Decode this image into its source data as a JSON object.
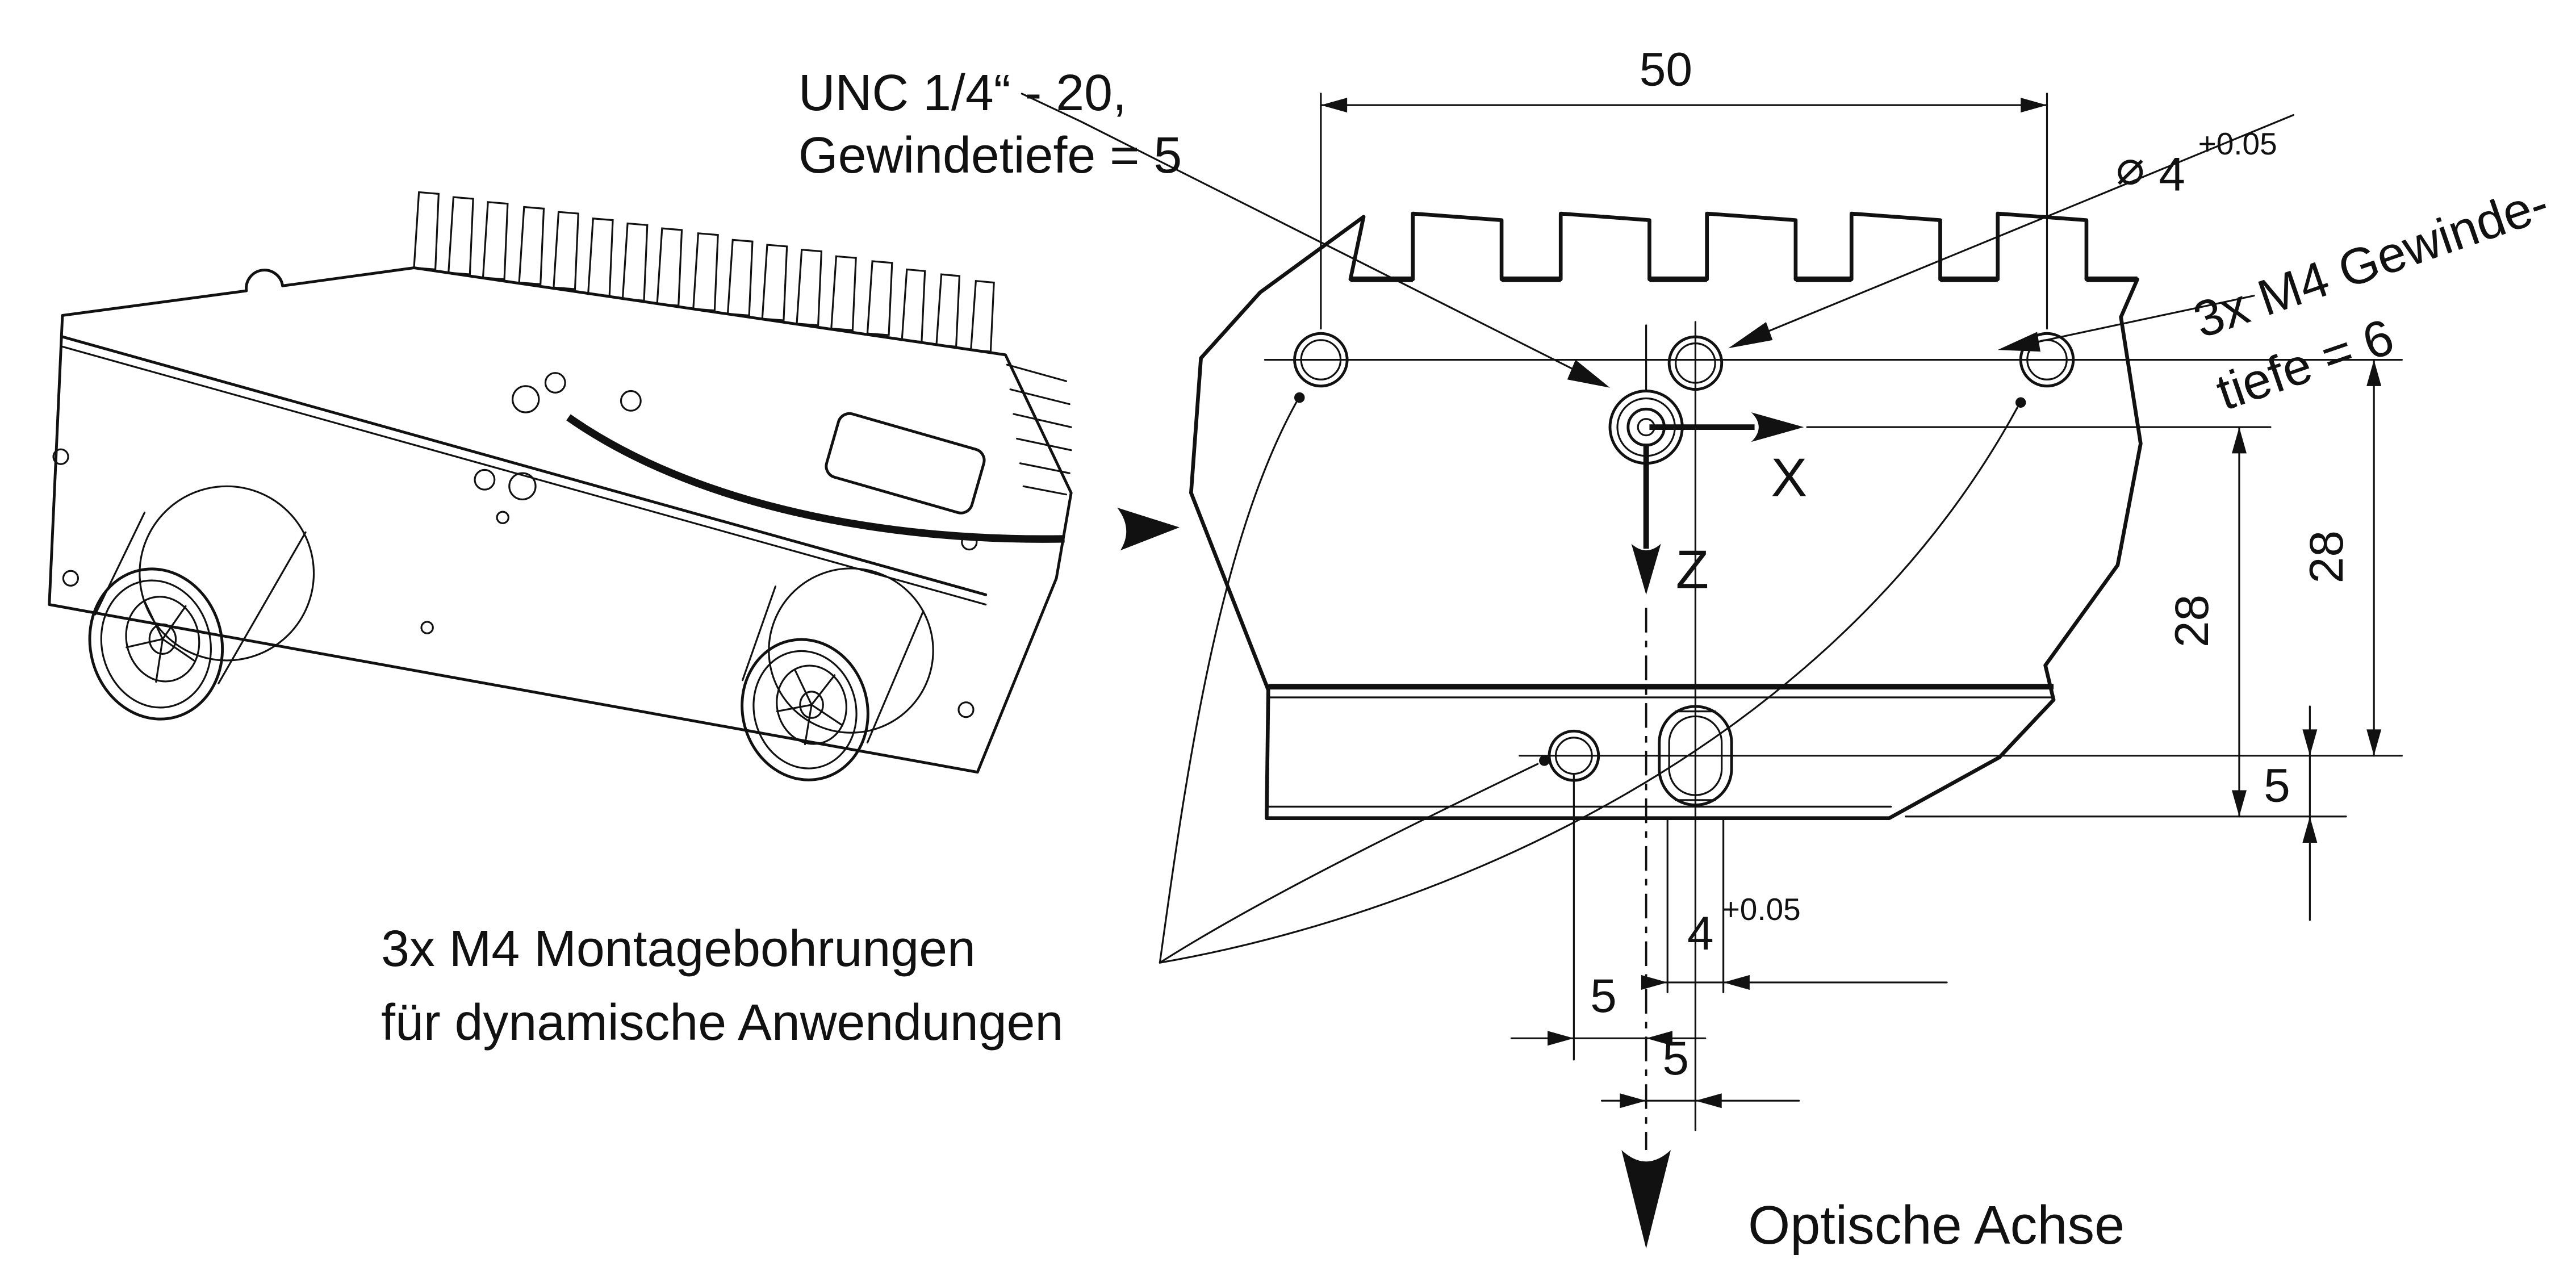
{
  "drawing": {
    "type": "technical-dimension-drawing",
    "annotations": {
      "unc_1": "UNC 1/4“ - 20,",
      "unc_2": "Gewindetiefe = 5",
      "gewinde_1": "3x M4 Gewinde-",
      "gewinde_2": "tiefe = 6",
      "montage_1": "3x M4 Montagebohrungen",
      "montage_2": "für dynamische Anwendungen",
      "optical_axis": "Optische Achse"
    },
    "dimensions": {
      "top_width": "50",
      "right_outer": "28",
      "right_inner": "28",
      "right_edge_offset": "5",
      "hole_dia_symbol": "⌀",
      "hole_dia": "4",
      "hole_dia_tol": "+0.05",
      "slot_width": "4",
      "slot_width_tol": "+0.05",
      "left_hole_offset": "5",
      "slot_center_offset": "5"
    },
    "axes": {
      "x": "X",
      "z": "Z"
    },
    "colors": {
      "line": "#111111",
      "background": "#ffffff"
    }
  }
}
